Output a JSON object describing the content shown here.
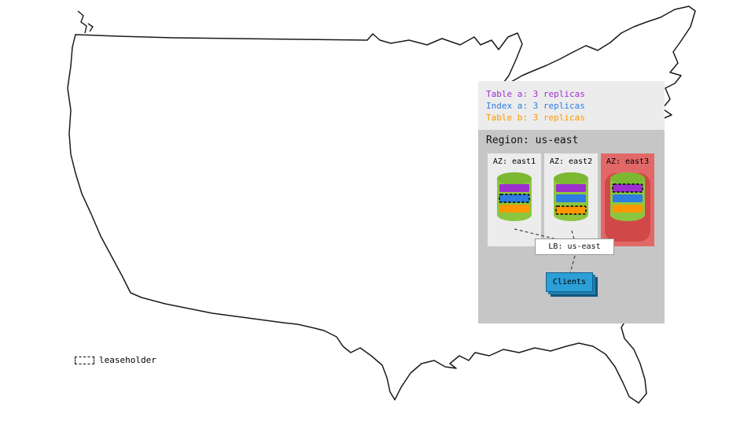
{
  "replica_legend": {
    "items": [
      {
        "id": "table-a",
        "label": "Table a: 3 replicas",
        "color": "#9d2fd1"
      },
      {
        "id": "index-a",
        "label": "Index a: 3 replicas",
        "color": "#2e7de1"
      },
      {
        "id": "table-b",
        "label": "Table b: 3 replicas",
        "color": "#ff9800"
      }
    ]
  },
  "region": {
    "title": "Region: us-east",
    "azs": [
      {
        "label": "AZ: east1",
        "leaseholder": "Index a",
        "highlighted": false
      },
      {
        "label": "AZ: east2",
        "leaseholder": "Table b",
        "highlighted": false
      },
      {
        "label": "AZ: east3",
        "leaseholder": "Table a",
        "highlighted": true
      }
    ]
  },
  "load_balancer": {
    "label": "LB: us-east"
  },
  "clients": {
    "label": "Clients"
  },
  "map_legend": {
    "label": "leaseholder"
  },
  "colors": {
    "table_a": "#9d2fd1",
    "index_a": "#2e7de1",
    "table_b": "#ff9800",
    "cyl_body": "#8cc63e",
    "cyl_top": "#7db832",
    "az_bg": "#ececec",
    "az_hot_bg": "#e26868",
    "az_hot_blob": "#d04848",
    "region_bg": "#c6c6c6",
    "clients_bg": "#2b9fd6"
  }
}
